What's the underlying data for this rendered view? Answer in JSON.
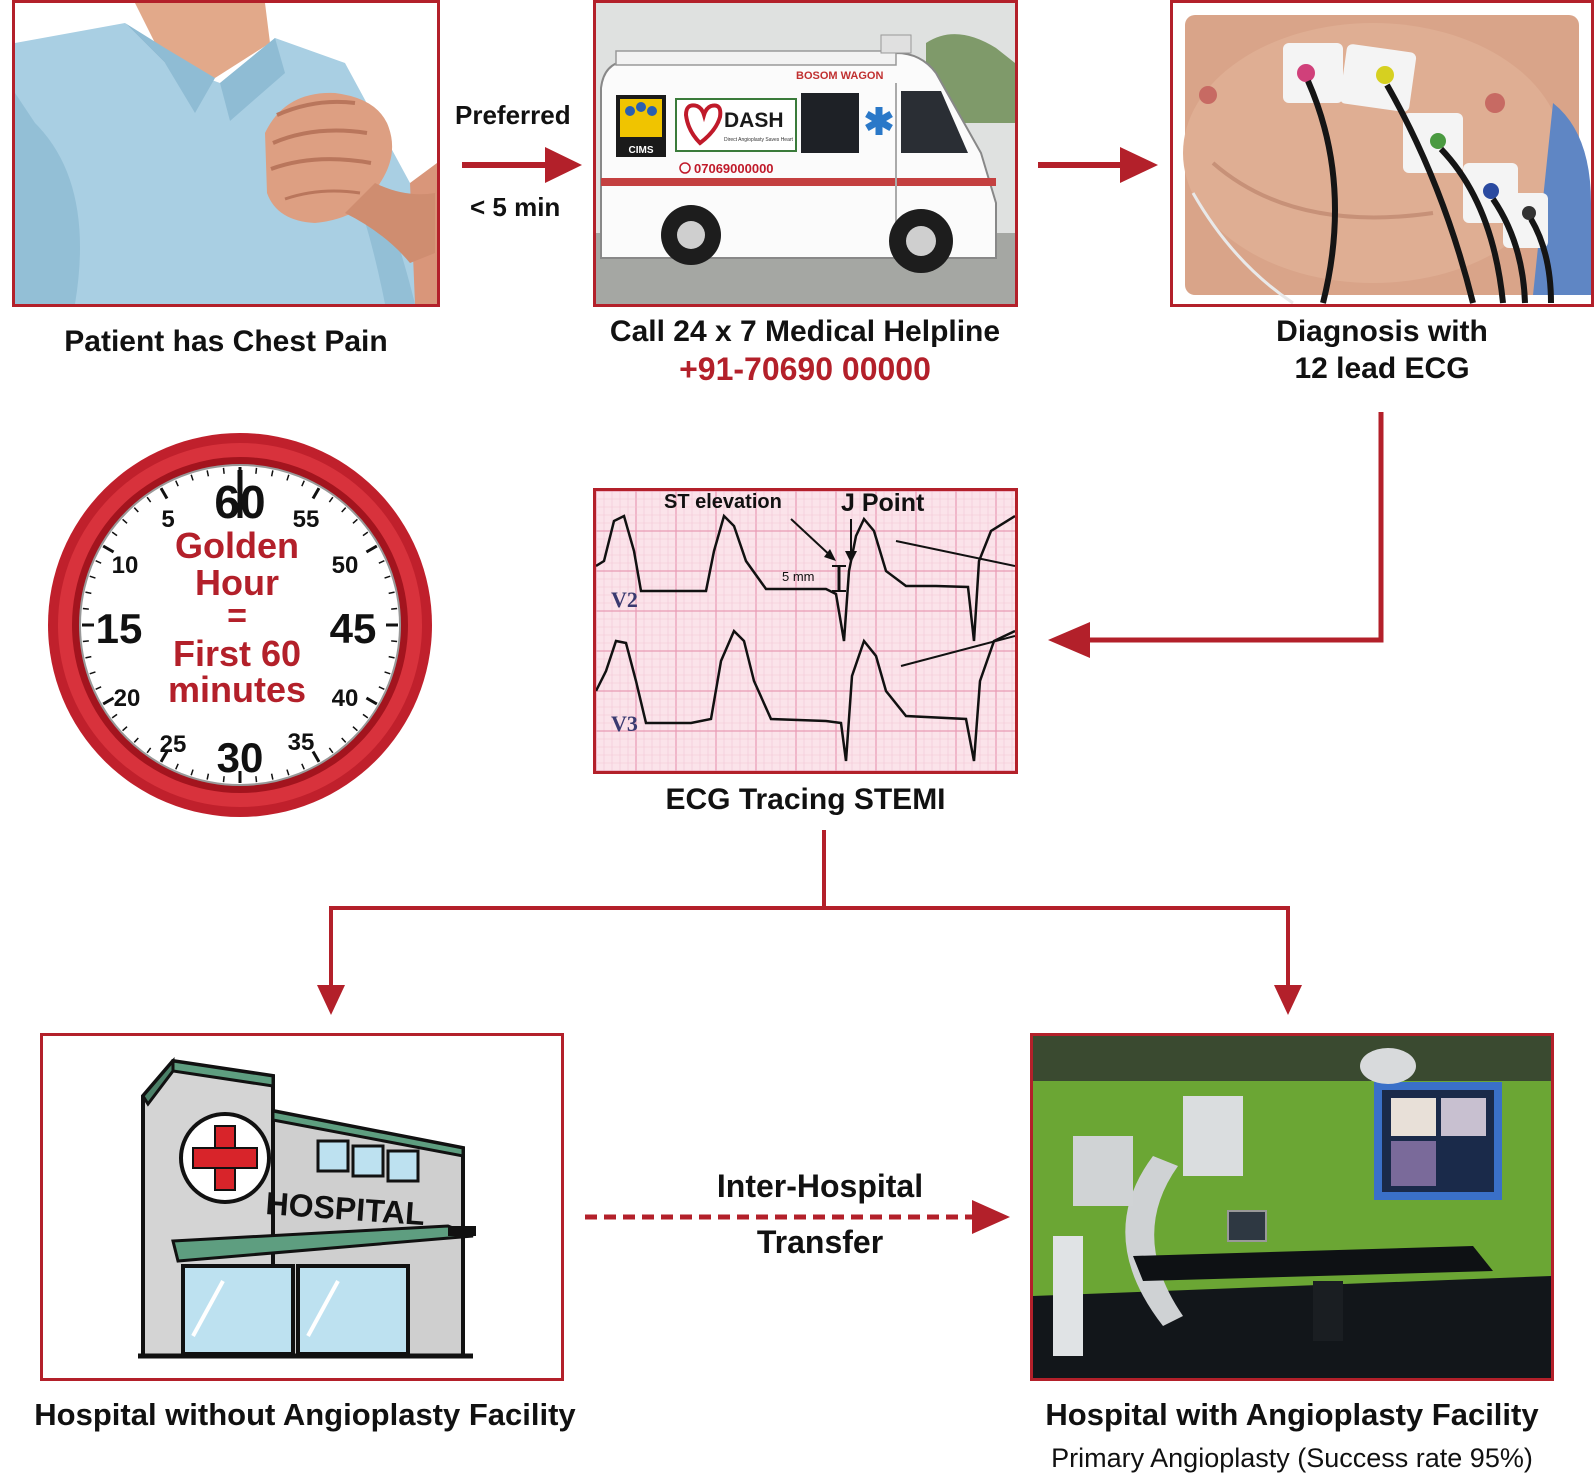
{
  "colors": {
    "accent": "#b3202a",
    "ecg_grid": "#f4c6d4",
    "room_green": "#5c9a2e",
    "shirt": "#a9cfe3"
  },
  "steps": {
    "chest_pain": {
      "caption": "Patient has Chest Pain",
      "icon": "patient-chest-pain-photo"
    },
    "arrow_preferred": {
      "label_top": "Preferred",
      "label_bottom": "< 5 min"
    },
    "ambulance": {
      "caption": "Call 24 x 7 Medical Helpline",
      "phone": "+91-70690 00000",
      "icon": "ambulance-photo",
      "vehicle_logo_text": "DASH",
      "vehicle_logo_sub": "Direct Angioplasty Saves Heart",
      "vehicle_badge": "CIMS",
      "vehicle_phone": "07069000000",
      "vehicle_top_text": "BOSOM WAGON"
    },
    "ecg_diagnosis": {
      "caption_line1": "Diagnosis with",
      "caption_line2": "12 lead ECG",
      "icon": "ecg-electrodes-photo"
    },
    "ecg_tracing": {
      "caption": "ECG Tracing STEMI",
      "label_st": "ST elevation",
      "label_j": "J Point",
      "label_mm": "5 mm",
      "lead_v2": "V2",
      "lead_v3": "V3",
      "icon": "ecg-tracing-image"
    },
    "hospital_without": {
      "caption": "Hospital without Angioplasty Facility",
      "sign": "HOSPITAL",
      "icon": "hospital-building-icon"
    },
    "transfer": {
      "label_top": "Inter-Hospital",
      "label_bottom": "Transfer"
    },
    "hospital_with": {
      "caption": "Hospital with Angioplasty Facility",
      "subcaption": "Primary Angioplasty (Success rate 95%)",
      "icon": "cath-lab-photo"
    }
  },
  "clock": {
    "numbers": [
      "60",
      "5",
      "10",
      "15",
      "20",
      "25",
      "30",
      "35",
      "40",
      "45",
      "50",
      "55"
    ],
    "line1": "Golden",
    "line2": "Hour",
    "line3": "=",
    "line4": "First 60",
    "line5": "minutes",
    "icon": "stopwatch-icon"
  }
}
